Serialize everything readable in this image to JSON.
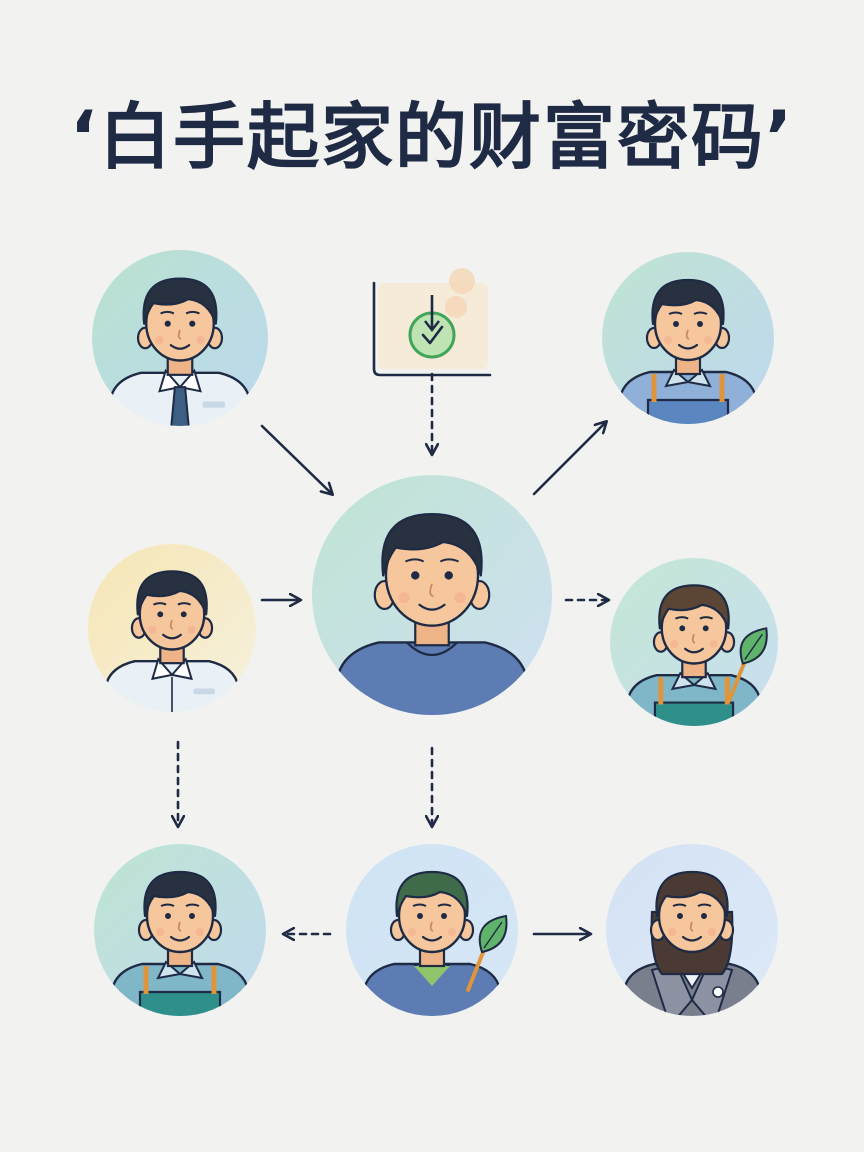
{
  "title": "‘白手起家的财富密码’",
  "colors": {
    "ink": "#1f2a44",
    "skin": "#f6c79d",
    "hair": "#27313f",
    "hair_brown": "#5b4636",
    "hair_green": "#3f6b4a",
    "shirt_white": "#e9f1f7",
    "tie": "#3e5f84",
    "apron_blue": "#5b86bf",
    "apron_teal": "#2f8f8a",
    "tshirt_blue": "#5c7cb3",
    "blazer_gray": "#7a7f8e",
    "leaf": "#5fb36a",
    "badge_green": "#41a55a"
  },
  "nodes": [
    {
      "id": "office-worker",
      "outfit": "shirt-tie",
      "bg": [
        "#b9e2cf",
        "#bcd8ee"
      ]
    },
    {
      "id": "document-icon",
      "outfit": "none",
      "bg": [
        "#f7e8d3",
        "#eef3f7"
      ]
    },
    {
      "id": "worker-apron-blue",
      "outfit": "apron-blue",
      "bg": [
        "#bfe4d2",
        "#bfd7ef"
      ]
    },
    {
      "id": "worker-white-shirt",
      "outfit": "white-shirt",
      "bg": [
        "#f5e6b4",
        "#f7f1de"
      ]
    },
    {
      "id": "central-person",
      "outfit": "tshirt",
      "bg": [
        "#bfe4d3",
        "#cfe0f2"
      ]
    },
    {
      "id": "worker-apron-leaf",
      "outfit": "apron-teal-leaf",
      "bg": [
        "#c4e7d4",
        "#c8def1"
      ]
    },
    {
      "id": "worker-apron-teal",
      "outfit": "apron-teal",
      "bg": [
        "#bfe4d2",
        "#c0daef"
      ]
    },
    {
      "id": "young-sprout",
      "outfit": "tshirt-leaf",
      "bg": [
        "#cfe3f4",
        "#d6e7f6"
      ]
    },
    {
      "id": "woman-blazer",
      "outfit": "blazer",
      "bg": [
        "#d3e2f4",
        "#dde9f7"
      ]
    }
  ],
  "edges": [
    {
      "from": "office-worker",
      "to": "central-person",
      "style": "solid"
    },
    {
      "from": "document-icon",
      "to": "central-person",
      "style": "dashed"
    },
    {
      "from": "central-person",
      "to": "worker-apron-blue",
      "style": "solid"
    },
    {
      "from": "worker-white-shirt",
      "to": "central-person",
      "style": "solid"
    },
    {
      "from": "central-person",
      "to": "worker-apron-leaf",
      "style": "dashed"
    },
    {
      "from": "worker-white-shirt",
      "to": "worker-apron-teal",
      "style": "dashed"
    },
    {
      "from": "central-person",
      "to": "young-sprout",
      "style": "dashed"
    },
    {
      "from": "young-sprout",
      "to": "worker-apron-teal",
      "style": "dashed"
    },
    {
      "from": "young-sprout",
      "to": "woman-blazer",
      "style": "solid"
    }
  ]
}
